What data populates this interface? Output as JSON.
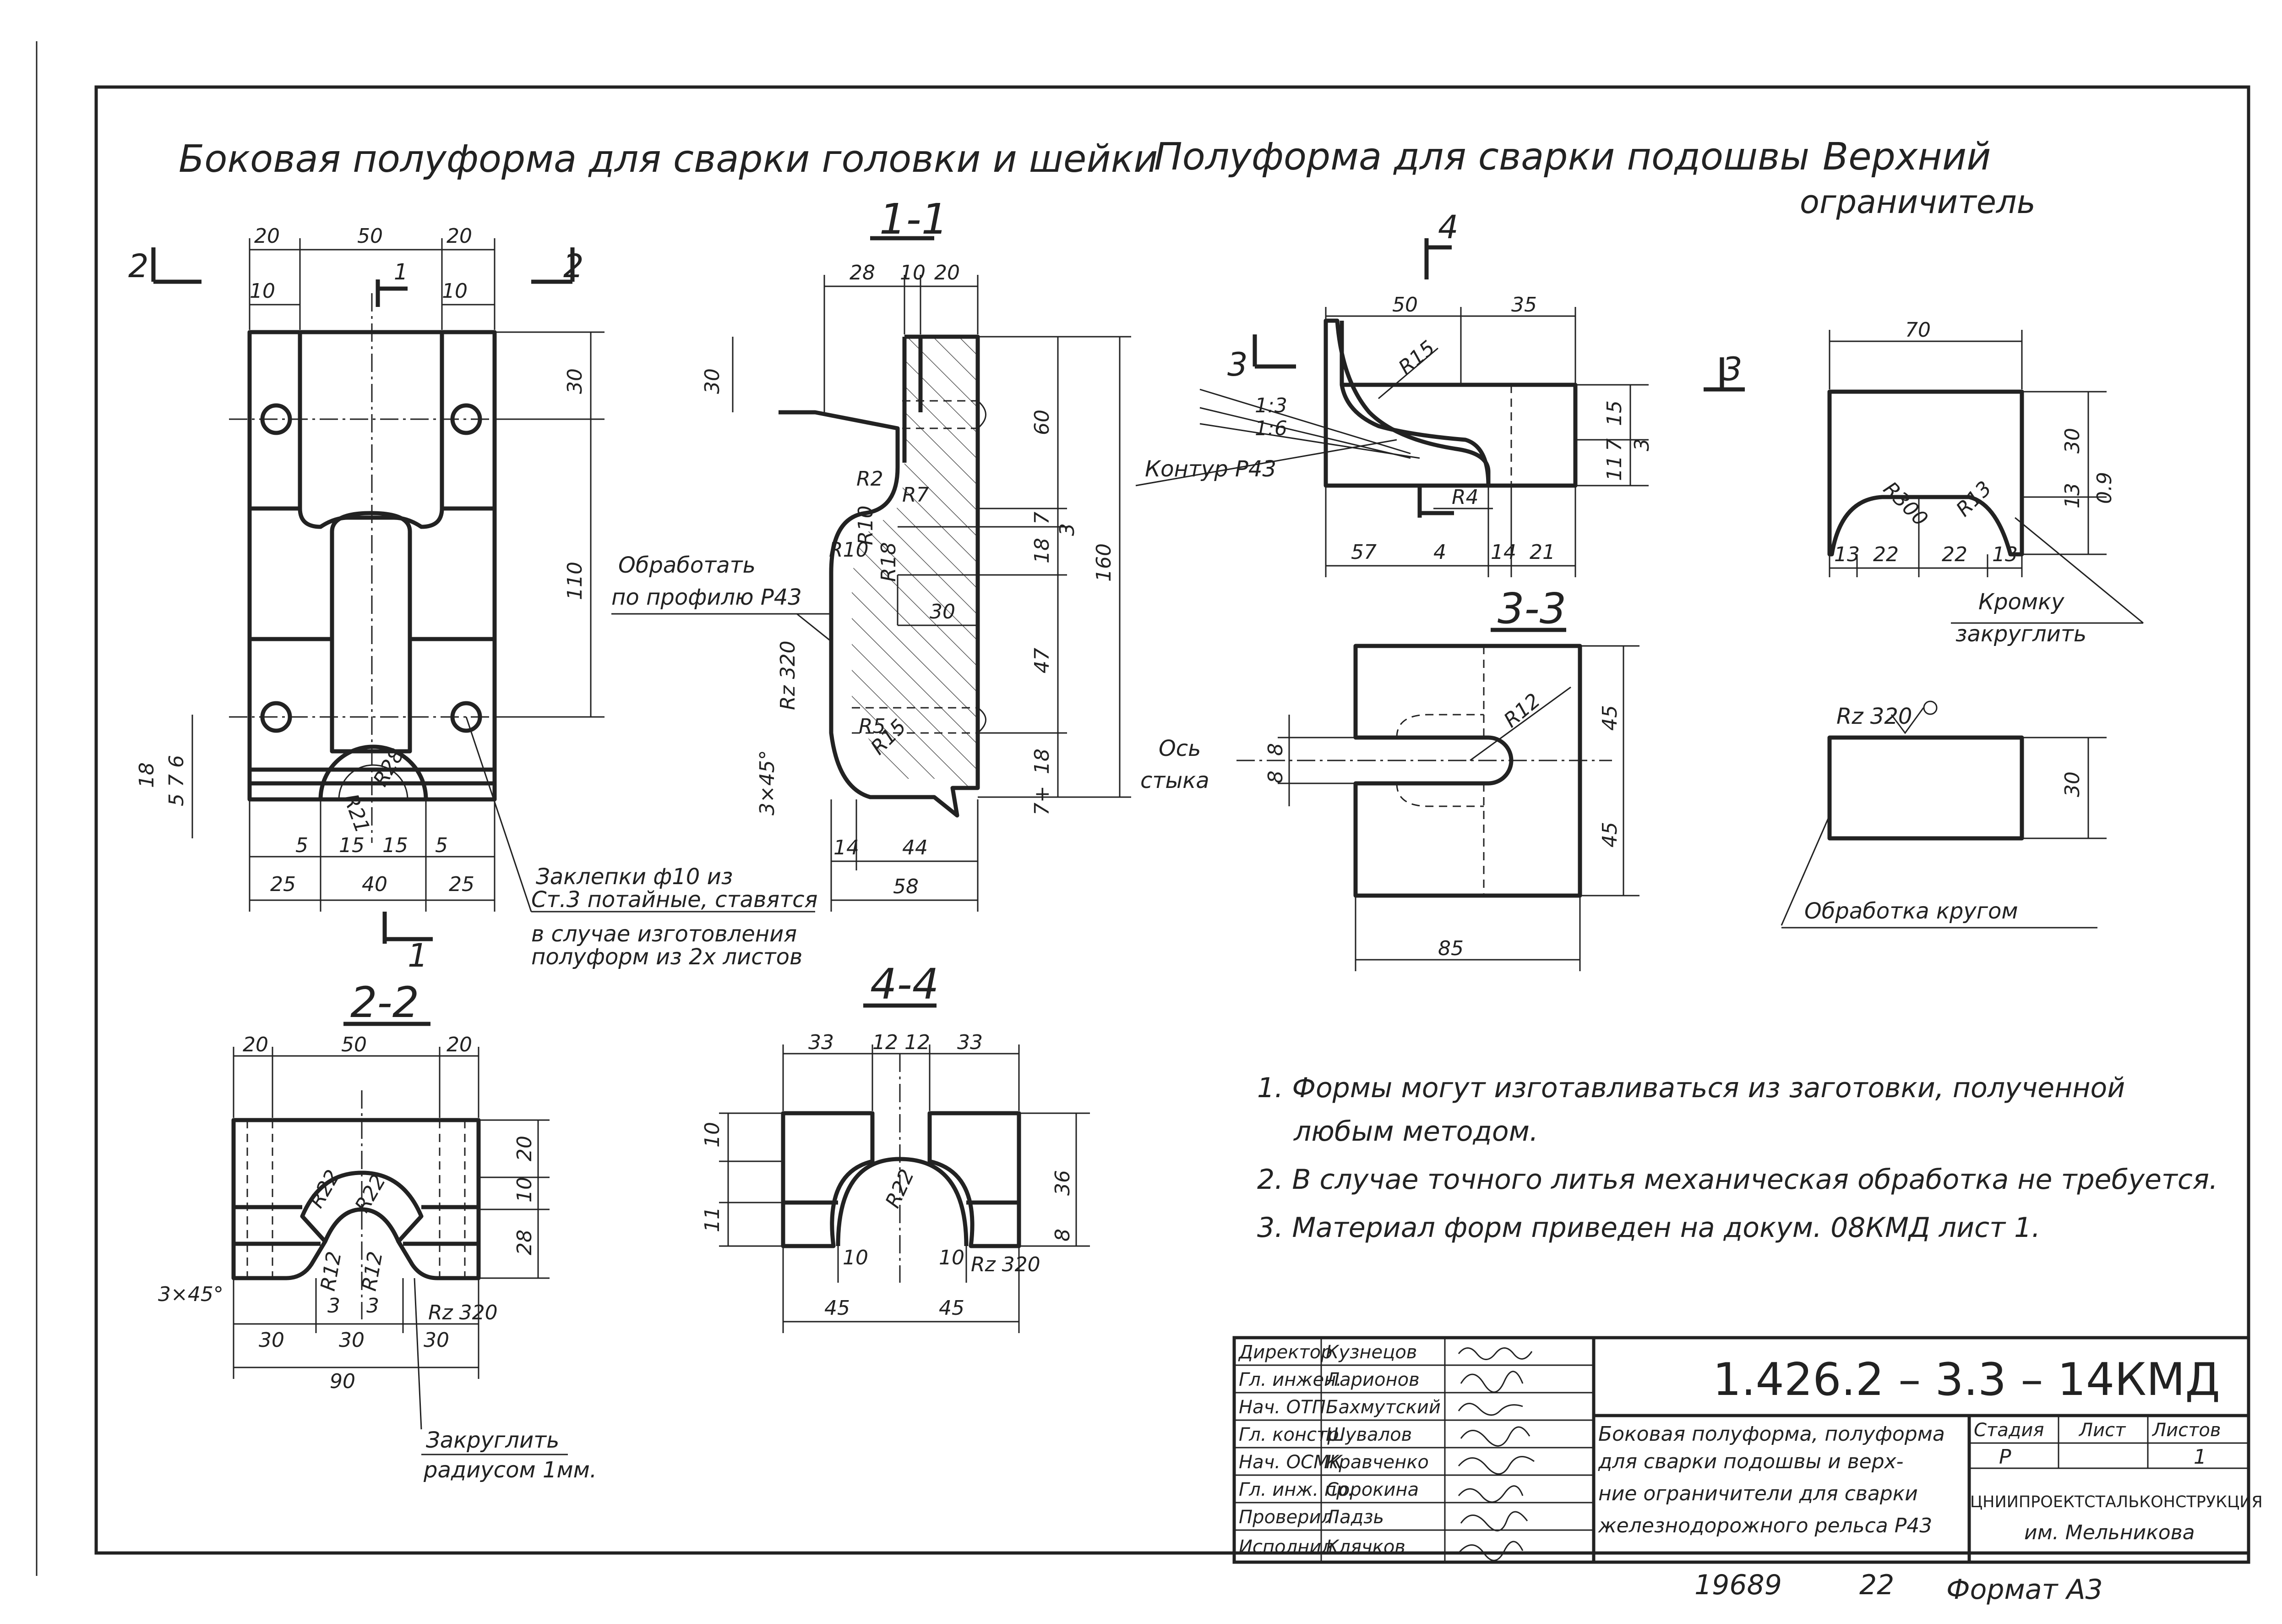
{
  "titles": {
    "side_half_form": "Боковая полуформа для сварки головки и шейки",
    "sole_half_form": "Полуформа для сварки подошвы",
    "upper_limiter_l1": "Верхний",
    "upper_limiter_l2": "ограничитель"
  },
  "sections": {
    "s11": "1-1",
    "s22": "2-2",
    "s33": "3-3",
    "s44": "4-4"
  },
  "markers": {
    "m1": "1",
    "m2": "2",
    "m3": "3",
    "m4": "4"
  },
  "dims": {
    "d20": "20",
    "d50": "50",
    "d10": "10",
    "d30": "30",
    "d110": "110",
    "d18": "18",
    "d576": "5 7 6",
    "d5": "5",
    "d15": "15",
    "d25": "25",
    "d40": "40",
    "dR21": "R21",
    "dR28": "R28",
    "d28": "28",
    "d60": "60",
    "d7": "7",
    "d3": "3",
    "d47": "47",
    "d160": "160",
    "d14": "14",
    "d44": "44",
    "d58": "58",
    "dR2": "R2",
    "dR7": "R7",
    "dR10": "R10",
    "dR18": "R18",
    "dR5": "R5",
    "dR15": "R15",
    "d35": "35",
    "d57": "57",
    "d4": "4",
    "d21": "21",
    "d11": "11",
    "dR4": "R4",
    "dR12": "R12",
    "d45": "45",
    "d8": "8",
    "d85": "85",
    "d70": "70",
    "d09": "0.9",
    "d13": "13",
    "d22": "22",
    "dR300": "R300",
    "dR13": "R13",
    "d12": "12",
    "d33": "33",
    "d36": "36",
    "d90": "90",
    "dR22": "R22",
    "d3x45": "3×45°",
    "d7p": "7+",
    "dRz320": "Rz 320",
    "d1v3": "1:3",
    "d1v6": "1:6"
  },
  "labels": {
    "process_l1": "Обработать",
    "process_l2": "по профилю Р43",
    "contour": "Контур Р43",
    "joint_axis_l1": "Ось",
    "joint_axis_l2": "стыка",
    "rivets_l1": "Заклепки ф10 из",
    "rivets_l2": "Ст.3 потайные, ставятся",
    "rivets_l3": "в случае изготовления",
    "rivets_l4": "полуформ из 2х листов",
    "edge_l1": "Кромку",
    "edge_l2": "закруглить",
    "rounding_l1": "Закруглить",
    "rounding_l2": "радиусом 1мм.",
    "grinding": "Обработка кругом",
    "rz_mark": "Rz 320"
  },
  "notes": [
    "1. Формы могут изготавливаться из заготовки, полученной",
    "любым методом.",
    "2. В случае точного литья механическая обработка не требуется.",
    "3. Материал форм приведен на докум. 08КМД лист 1."
  ],
  "title_block": {
    "doc_code": "1.426.2 – 3.3 – 14КМД",
    "description": [
      "Боковая полуформа, полуформа",
      "для сварки подошвы и верх-",
      "ние ограничители для сварки",
      "железнодорожного рельса Р43"
    ],
    "headers": [
      "Стадия",
      "Лист",
      "Листов"
    ],
    "values": [
      "Р",
      "",
      "1"
    ],
    "org_l1": "ЦНИИПРОЕКТСТАЛЬКОНСТРУКЦИЯ",
    "org_l2": "им. Мельникова",
    "roles": [
      {
        "role": "Директор",
        "name": "Кузнецов"
      },
      {
        "role": "Гл. инжен.",
        "name": "Ларионов"
      },
      {
        "role": "Нач. ОТП",
        "name": "Бахмутский"
      },
      {
        "role": "Гл. констр.",
        "name": "Шувалов"
      },
      {
        "role": "Нач. ОСМК",
        "name": "Кравченко"
      },
      {
        "role": "Гл. инж. пр.",
        "name": "Сорокина"
      },
      {
        "role": "Проверил",
        "name": "Ладзь"
      },
      {
        "role": "Исполнил",
        "name": "Клячков"
      }
    ]
  },
  "footer": {
    "archive_no": "19689",
    "page_no": "22",
    "format": "Формат А3"
  }
}
